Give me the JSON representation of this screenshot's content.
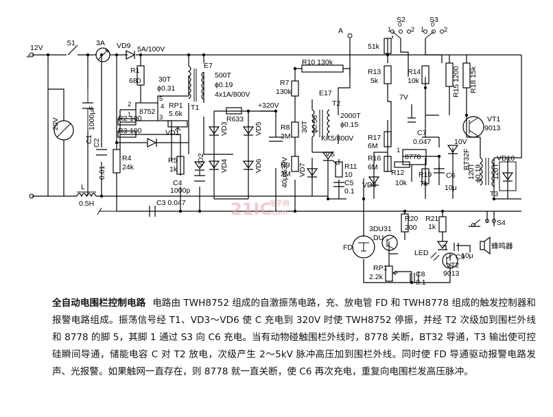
{
  "labels": {
    "v12": "12V",
    "plus": "+",
    "s1": "S1",
    "fuse": "3A",
    "vd9": "VD9",
    "fuse_rating": "5A/100V",
    "r1": "R1",
    "r1v": "680",
    "t30": "30T",
    "phi031": "ϕ0.31",
    "ic1": "8752",
    "p2": "2",
    "p1": "1",
    "p5": "5",
    "p4": "4",
    "p3": "3",
    "r2": "R2",
    "r2v": "100",
    "r3": "R3",
    "r3v": "100",
    "rp1": "RP1",
    "rp1v": "5.6k",
    "vd1": "VD1",
    "t1": "T1",
    "e7": "E7",
    "t500": "500T",
    "phi019": "ϕ0.19",
    "core": "4x1A/800V",
    "v20": "20V",
    "c1": "C1",
    "c1v": "1000μF",
    "c2": "C2",
    "c2v": "0.01",
    "r4": "R4",
    "r4v": "24k",
    "r5": "R5",
    "r5v": "1k",
    "vd2": "VD2",
    "c4": "C4",
    "c4v": "1000p",
    "c3": "C3 0.047",
    "l": "L",
    "lv": "0.5H",
    "vd3": "VD3",
    "vd4": "VD4",
    "vd5": "VD5",
    "vd6": "VD6",
    "r633": "R633",
    "v320": "+320V",
    "c40": "40μ/630V",
    "r8": "R8",
    "r8v": "3M",
    "r9": "R9",
    "r9v": "3M",
    "r7": "R7",
    "r7v": "130k",
    "r10": "R10 130k",
    "e17": "E17",
    "t2": "T2",
    "t30b": "30T",
    "phi056": "ϕ0.56",
    "t2000": "2000T",
    "phi015": "ϕ0.15",
    "kk": "KK5/800V",
    "vs": "VS",
    "vd7": "VD7",
    "r11": "R11",
    "r11v": "10",
    "c5": "C5",
    "c5v": "0.1",
    "a": "A",
    "s2": "S2",
    "s3": "S3",
    "s2p1": "1",
    "s2p0": "0",
    "s2p2": "2",
    "s3p1": "1",
    "s3p0": "0",
    "s3p2": "2",
    "r51k": "51k",
    "r13": "R13",
    "r13v": "5k",
    "r14": "R14",
    "r14v": "10k",
    "r15": "R15 1200",
    "r18": "R18 15k",
    "v7": "7V",
    "vt1": "VT1",
    "vt1v": "9013",
    "c7": "C7",
    "c7v": "0.047",
    "v10": "10V",
    "r17": "R17",
    "r17v": "6M",
    "r16": "R16",
    "r16v": "6M",
    "ic2": "8778",
    "r12": "R12",
    "r12v": "10k",
    "p1b": "1",
    "r19": "R19",
    "r19v": "7k",
    "c6": "C6",
    "c6v": "10μ",
    "vd8": "VD8",
    "t120a": "120T",
    "phi019b": "ϕ0.19",
    "bt": "BT32F",
    "t120b": "120T",
    "t3": "T3",
    "vd10": "VD10",
    "fd": "FD",
    "du31": "3DU31",
    "du": "DU",
    "r20": "R20",
    "r20v": "200",
    "r21": "R21",
    "r21v": "1k",
    "s4": "S4",
    "led": "LED",
    "c9": "C9",
    "c9v": "10μ",
    "buzzer": "蜂鸣器",
    "vt2": "VT2",
    "vt2v": "9013",
    "rp1b": "RP1",
    "rp1bv": "2.2k",
    "c8": "C8",
    "c8v": "0.1",
    "wm_big": "21IC",
    "wm_top": "电子网",
    "wm_bottom": ".com"
  },
  "caption": {
    "title": "全自动电围栏控制电路",
    "body": "电路由 TWH8752 组成的自激振荡电路，充、放电管 FD 和 TWH8778 组成的触发控制器和报警电路组成。振荡信号经 T1、VD3～VD6 使 C 充电到 320V 时使 TWH8752 停振，并经 T2 次级加到围栏外线和 8778 的脚 5，其脚 1 通过 S3 向 C6 充电。当有动物碰触围栏外线时，8778 关断，BT32 导通，T3 输出使可控硅瞬间导通，储能电容 C 对 T2 放电，次级产生 2～5kV 脉冲高压加到围栏外线。同时使 FD 导通驱动报警电路发声、光报警。如果触网一直存在，则 8778 就一直关断，使 C6 再次充电，重复向电围栏发高压脉冲。"
  }
}
